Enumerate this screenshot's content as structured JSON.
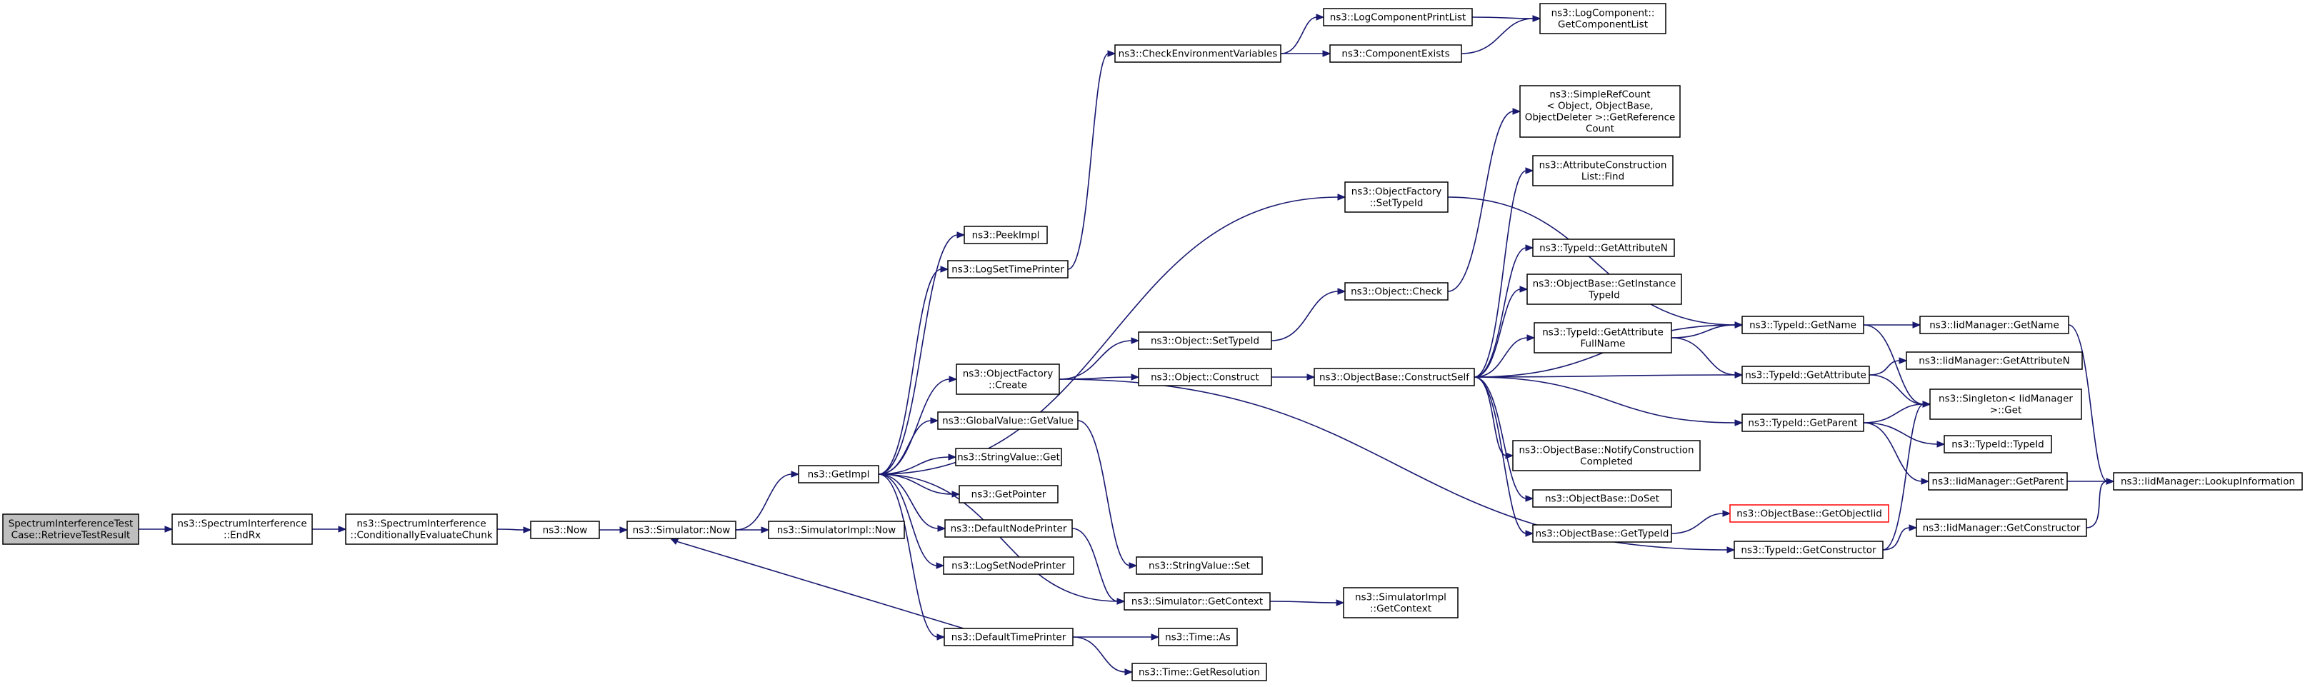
{
  "title": "",
  "colors": {
    "edge": "#191970",
    "root_fill": "#bfbfbf",
    "node_border": "#000000",
    "broken_border": "#ff0000"
  },
  "nodes": [
    {
      "id": "root",
      "lines": [
        "SpectrumInterferenceTest",
        "Case::RetrieveTestResult"
      ],
      "root": true
    },
    {
      "id": "endrx",
      "lines": [
        "ns3::SpectrumInterference",
        "::EndRx"
      ]
    },
    {
      "id": "cond",
      "lines": [
        "ns3::SpectrumInterference",
        "::ConditionallyEvaluateChunk"
      ]
    },
    {
      "id": "now",
      "lines": [
        "ns3::Now"
      ]
    },
    {
      "id": "simnow",
      "lines": [
        "ns3::Simulator::Now"
      ]
    },
    {
      "id": "simimplnow",
      "lines": [
        "ns3::SimulatorImpl::Now"
      ]
    },
    {
      "id": "getimpl",
      "lines": [
        "ns3::GetImpl"
      ]
    },
    {
      "id": "peekimpl",
      "lines": [
        "ns3::PeekImpl"
      ]
    },
    {
      "id": "logsettime",
      "lines": [
        "ns3::LogSetTimePrinter"
      ]
    },
    {
      "id": "checkenv",
      "lines": [
        "ns3::CheckEnvironmentVariables"
      ]
    },
    {
      "id": "logcompprint",
      "lines": [
        "ns3::LogComponentPrintList"
      ]
    },
    {
      "id": "compexists",
      "lines": [
        "ns3::ComponentExists"
      ]
    },
    {
      "id": "getcomplist",
      "lines": [
        "ns3::LogComponent::",
        "GetComponentList"
      ]
    },
    {
      "id": "ofcreate",
      "lines": [
        "ns3::ObjectFactory",
        "::Create"
      ]
    },
    {
      "id": "ofsettypeid",
      "lines": [
        "ns3::ObjectFactory",
        "::SetTypeId"
      ]
    },
    {
      "id": "objsettypeid",
      "lines": [
        "ns3::Object::SetTypeId"
      ]
    },
    {
      "id": "objcheck",
      "lines": [
        "ns3::Object::Check"
      ]
    },
    {
      "id": "simplerefcount",
      "lines": [
        "ns3::SimpleRefCount",
        "< Object, ObjectBase,",
        "ObjectDeleter >::GetReference",
        "Count"
      ]
    },
    {
      "id": "objconstruct",
      "lines": [
        "ns3::Object::Construct"
      ]
    },
    {
      "id": "constructself",
      "lines": [
        "ns3::ObjectBase::ConstructSelf"
      ]
    },
    {
      "id": "attrfind",
      "lines": [
        "ns3::AttributeConstruction",
        "List::Find"
      ]
    },
    {
      "id": "getattrn",
      "lines": [
        "ns3::TypeId::GetAttributeN"
      ]
    },
    {
      "id": "getinsttid",
      "lines": [
        "ns3::ObjectBase::GetInstance",
        "TypeId"
      ]
    },
    {
      "id": "getattrfull",
      "lines": [
        "ns3::TypeId::GetAttribute",
        "FullName"
      ]
    },
    {
      "id": "tidgetname",
      "lines": [
        "ns3::TypeId::GetName"
      ]
    },
    {
      "id": "iidgetname",
      "lines": [
        "ns3::IidManager::GetName"
      ]
    },
    {
      "id": "tidgetattr",
      "lines": [
        "ns3::TypeId::GetAttribute"
      ]
    },
    {
      "id": "iidgetattrn",
      "lines": [
        "ns3::IidManager::GetAttributeN"
      ]
    },
    {
      "id": "singleton",
      "lines": [
        "ns3::Singleton< IidManager",
        " >::Get"
      ]
    },
    {
      "id": "tidgetparent",
      "lines": [
        "ns3::TypeId::GetParent"
      ]
    },
    {
      "id": "tidtypeid",
      "lines": [
        "ns3::TypeId::TypeId"
      ]
    },
    {
      "id": "iidgetparent",
      "lines": [
        "ns3::IidManager::GetParent"
      ]
    },
    {
      "id": "lookupinfo",
      "lines": [
        "ns3::IidManager::LookupInformation"
      ]
    },
    {
      "id": "notifycons",
      "lines": [
        "ns3::ObjectBase::NotifyConstruction",
        "Completed"
      ]
    },
    {
      "id": "doset",
      "lines": [
        "ns3::ObjectBase::DoSet"
      ]
    },
    {
      "id": "obgettypeid",
      "lines": [
        "ns3::ObjectBase::GetTypeId"
      ]
    },
    {
      "id": "getobjiid",
      "lines": [
        "ns3::ObjectBase::GetObjectIid"
      ],
      "broken": true
    },
    {
      "id": "tidgetctor",
      "lines": [
        "ns3::TypeId::GetConstructor"
      ]
    },
    {
      "id": "iidgetctor",
      "lines": [
        "ns3::IidManager::GetConstructor"
      ]
    },
    {
      "id": "gvgetvalue",
      "lines": [
        "ns3::GlobalValue::GetValue"
      ]
    },
    {
      "id": "svget",
      "lines": [
        "ns3::StringValue::Get"
      ]
    },
    {
      "id": "getpointer",
      "lines": [
        "ns3::GetPointer"
      ]
    },
    {
      "id": "defnodeprinter",
      "lines": [
        "ns3::DefaultNodePrinter"
      ]
    },
    {
      "id": "logsetnode",
      "lines": [
        "ns3::LogSetNodePrinter"
      ]
    },
    {
      "id": "svset",
      "lines": [
        "ns3::StringValue::Set"
      ]
    },
    {
      "id": "simgetctx",
      "lines": [
        "ns3::Simulator::GetContext"
      ]
    },
    {
      "id": "simimplgetctx",
      "lines": [
        "ns3::SimulatorImpl",
        "::GetContext"
      ]
    },
    {
      "id": "deftimeprinter",
      "lines": [
        "ns3::DefaultTimePrinter"
      ]
    },
    {
      "id": "timeas",
      "lines": [
        "ns3::Time::As"
      ]
    },
    {
      "id": "timegetres",
      "lines": [
        "ns3::Time::GetResolution"
      ]
    }
  ],
  "edges": [
    [
      "root",
      "endrx"
    ],
    [
      "endrx",
      "cond"
    ],
    [
      "cond",
      "now"
    ],
    [
      "now",
      "simnow"
    ],
    [
      "simnow",
      "simimplnow"
    ],
    [
      "simnow",
      "getimpl"
    ],
    [
      "getimpl",
      "peekimpl"
    ],
    [
      "getimpl",
      "logsettime"
    ],
    [
      "getimpl",
      "ofsettypeid"
    ],
    [
      "getimpl",
      "ofcreate"
    ],
    [
      "getimpl",
      "gvgetvalue"
    ],
    [
      "getimpl",
      "svget"
    ],
    [
      "getimpl",
      "getpointer"
    ],
    [
      "getimpl",
      "defnodeprinter"
    ],
    [
      "getimpl",
      "logsetnode"
    ],
    [
      "getimpl",
      "simgetctx"
    ],
    [
      "getimpl",
      "deftimeprinter"
    ],
    [
      "logsettime",
      "checkenv"
    ],
    [
      "checkenv",
      "logcompprint"
    ],
    [
      "checkenv",
      "compexists"
    ],
    [
      "logcompprint",
      "getcomplist"
    ],
    [
      "compexists",
      "getcomplist"
    ],
    [
      "ofsettypeid",
      "tidgetname"
    ],
    [
      "ofcreate",
      "objsettypeid"
    ],
    [
      "ofcreate",
      "objconstruct"
    ],
    [
      "ofcreate",
      "tidgetctor"
    ],
    [
      "objsettypeid",
      "objcheck"
    ],
    [
      "objcheck",
      "simplerefcount"
    ],
    [
      "objconstruct",
      "constructself"
    ],
    [
      "constructself",
      "attrfind"
    ],
    [
      "constructself",
      "tidgetname"
    ],
    [
      "constructself",
      "getattrn"
    ],
    [
      "constructself",
      "getinsttid"
    ],
    [
      "constructself",
      "getattrfull"
    ],
    [
      "constructself",
      "tidgetattr"
    ],
    [
      "constructself",
      "tidgetparent"
    ],
    [
      "constructself",
      "notifycons"
    ],
    [
      "constructself",
      "doset"
    ],
    [
      "constructself",
      "obgettypeid"
    ],
    [
      "getattrfull",
      "tidgetname"
    ],
    [
      "getattrfull",
      "tidgetattr"
    ],
    [
      "tidgetname",
      "iidgetname"
    ],
    [
      "tidgetname",
      "singleton"
    ],
    [
      "iidgetname",
      "lookupinfo"
    ],
    [
      "tidgetattr",
      "iidgetattrn"
    ],
    [
      "tidgetattr",
      "singleton"
    ],
    [
      "tidgetparent",
      "singleton"
    ],
    [
      "tidgetparent",
      "tidtypeid"
    ],
    [
      "tidgetparent",
      "iidgetparent"
    ],
    [
      "iidgetparent",
      "lookupinfo"
    ],
    [
      "obgettypeid",
      "getobjiid"
    ],
    [
      "tidgetctor",
      "singleton"
    ],
    [
      "tidgetctor",
      "iidgetctor"
    ],
    [
      "iidgetctor",
      "lookupinfo"
    ],
    [
      "gvgetvalue",
      "svset"
    ],
    [
      "defnodeprinter",
      "simgetctx"
    ],
    [
      "simgetctx",
      "simimplgetctx"
    ],
    [
      "deftimeprinter",
      "simnow"
    ],
    [
      "deftimeprinter",
      "timeas"
    ],
    [
      "deftimeprinter",
      "timegetres"
    ]
  ]
}
